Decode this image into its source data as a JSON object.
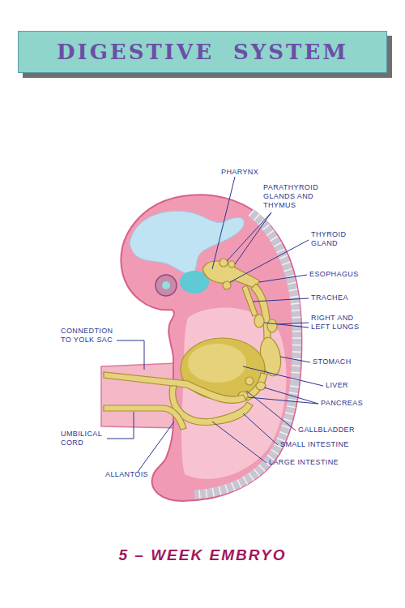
{
  "diagram": {
    "title": "DIGESTIVE SYSTEM",
    "caption": "5 – WEEK EMBRYO",
    "labels": [
      "PHARYNX",
      "PARATHYROID GLANDS AND THYMUS",
      "THYROID GLAND",
      "ESOPHAGUS",
      "TRACHEA",
      "RIGHT AND LEFT LUNGS",
      "CONNEDTION TO YOLK SAC",
      "STOMACH",
      "LIVER",
      "PANCREAS",
      "GALLBLADDER",
      "UMBILICAL CORD",
      "SMALL INTESTINE",
      "LARGE INTESTINE",
      "ALLANTOIS"
    ]
  }
}
